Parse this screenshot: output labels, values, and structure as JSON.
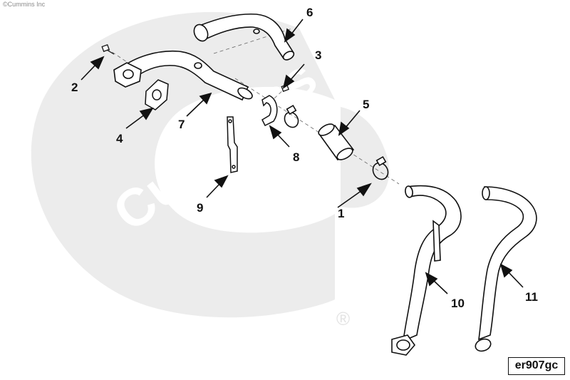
{
  "copyright": "©Cummins Inc",
  "watermark": {
    "text": "Cummins",
    "registered_mark": "®",
    "color": "#e9e9e9"
  },
  "figure_code": "er907gc",
  "callouts": [
    {
      "id": "1",
      "label": "1"
    },
    {
      "id": "2",
      "label": "2"
    },
    {
      "id": "3",
      "label": "3"
    },
    {
      "id": "4",
      "label": "4"
    },
    {
      "id": "5",
      "label": "5"
    },
    {
      "id": "6",
      "label": "6"
    },
    {
      "id": "7",
      "label": "7"
    },
    {
      "id": "8",
      "label": "8"
    },
    {
      "id": "9",
      "label": "9"
    },
    {
      "id": "10",
      "label": "10"
    },
    {
      "id": "11",
      "label": "11"
    }
  ],
  "colors": {
    "line": "#111111",
    "leader": "#555555",
    "background": "#ffffff"
  }
}
